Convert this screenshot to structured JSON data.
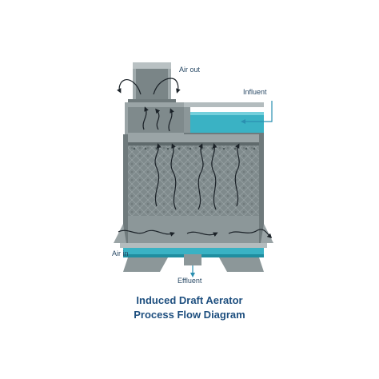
{
  "labels": {
    "air_out": "Air out",
    "influent": "Influent",
    "air_in": "Air in",
    "effluent": "Effluent"
  },
  "caption": {
    "line1": "Induced Draft Aerator",
    "line2": "Process Flow Diagram"
  },
  "colors": {
    "housing": "#8c9799",
    "housing_dark": "#6f7a7c",
    "media": "#7c8789",
    "water": "#3ab2c4",
    "water_dark": "#1f8ea0",
    "label_text": "#2a4a66",
    "caption_text": "#1e4f7f",
    "air_arrow": "#1b2228"
  }
}
